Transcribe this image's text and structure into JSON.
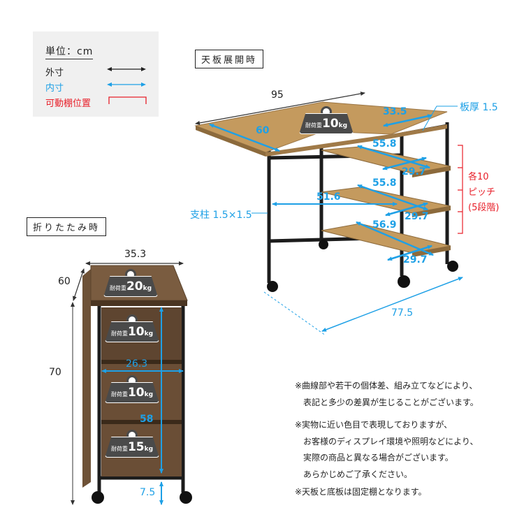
{
  "legend": {
    "unit": "単位：cm",
    "outer": "外寸",
    "inner": "内寸",
    "movable_shelf": "可動棚位置"
  },
  "colors": {
    "outer": "#222222",
    "inner": "#1ea0e6",
    "movable": "#e8202a",
    "wood_light": "#c49a5e",
    "wood_dark": "#6e5237",
    "frame": "#1c1c1c",
    "weight_badge": "#4a4a4a"
  },
  "expanded_view": {
    "title": "天板展開時",
    "width_total": "95",
    "depth_top": "60",
    "top_right_section": "33.5",
    "board_thickness": "板厚 1.5",
    "shelf_widths": [
      "55.8",
      "55.8",
      "56.9"
    ],
    "shelf_depths": [
      "29.7",
      "29.7",
      "29.7"
    ],
    "inner_width": "51.6",
    "post_size": "支柱 1.5×1.5",
    "footprint_length": "77.5",
    "pitch_label": [
      "各10",
      "ピッチ",
      "(5段階)"
    ],
    "top_load": {
      "prefix": "耐荷重",
      "value": "10",
      "unit": "kg"
    }
  },
  "folded_view": {
    "title": "折りたたみ時",
    "width": "35.3",
    "depth": "60",
    "height": "70",
    "inner_width": "26.3",
    "inner_height": "58",
    "bottom_clearance": "7.5",
    "loads": [
      {
        "prefix": "耐荷重",
        "value": "20",
        "unit": "kg"
      },
      {
        "prefix": "耐荷重",
        "value": "10",
        "unit": "kg"
      },
      {
        "prefix": "耐荷重",
        "value": "10",
        "unit": "kg"
      },
      {
        "prefix": "耐荷重",
        "value": "15",
        "unit": "kg"
      }
    ]
  },
  "notes": [
    [
      "※曲線部や若干の個体差、組み立てなどにより、",
      "　表記と多少の差異が生じることがございます。"
    ],
    [
      "※実物に近い色目で表現しておりますが、",
      "　お客様のディスプレイ環境や照明などにより、",
      "　実際の商品と異なる場合がございます。",
      "　あらかじめご了承ください。"
    ],
    [
      "※天板と底板は固定棚となります。"
    ]
  ]
}
